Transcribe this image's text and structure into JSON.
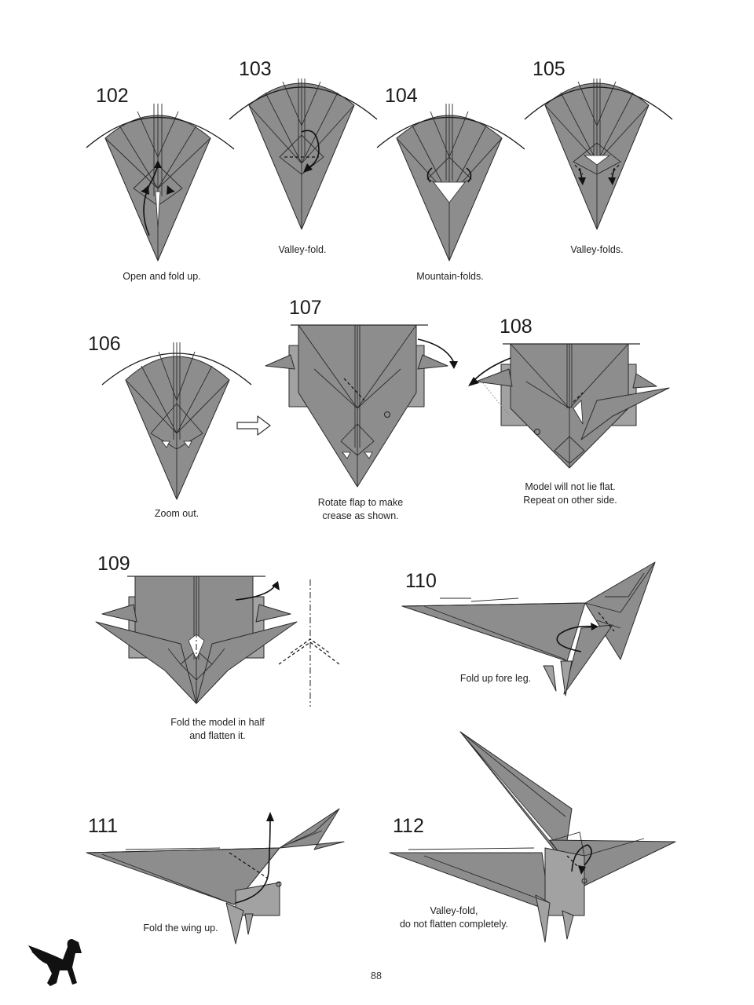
{
  "steps": [
    {
      "num": "102",
      "caption": "Open and fold up."
    },
    {
      "num": "103",
      "caption": "Valley-fold."
    },
    {
      "num": "104",
      "caption": "Mountain-folds."
    },
    {
      "num": "105",
      "caption": "Valley-folds."
    },
    {
      "num": "106",
      "caption": "Zoom out."
    },
    {
      "num": "107",
      "caption": "Rotate flap to make crease as shown."
    },
    {
      "num": "108",
      "caption": "Model will not lie flat. Repeat on other side."
    },
    {
      "num": "109",
      "caption": "Fold the model in half and flatten it."
    },
    {
      "num": "110",
      "caption": "Fold up fore leg."
    },
    {
      "num": "111",
      "caption": "Fold the wing up."
    },
    {
      "num": "112",
      "caption": "Valley-fold, do not flatten completely."
    }
  ],
  "captions": {
    "c107a": "Rotate flap to make",
    "c107b": "crease as shown.",
    "c108a": "Model will not lie flat.",
    "c108b": "Repeat on other side.",
    "c109a": "Fold the model in half",
    "c109b": "and flatten it.",
    "c112a": "Valley-fold,",
    "c112b": "do not flatten completely."
  },
  "page_number": "88",
  "icons": {
    "logo": "pegasus-silhouette-icon",
    "zoom": "hollow-arrow-icon"
  },
  "colors": {
    "paper": "#8d8d8d",
    "line": "#2a2a2a"
  }
}
